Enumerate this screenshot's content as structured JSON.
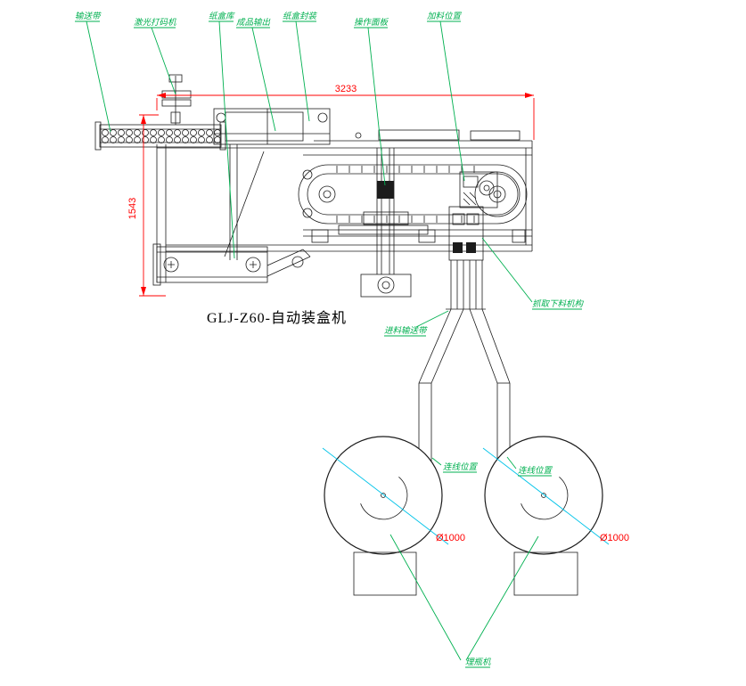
{
  "drawing": {
    "title": "GLJ-Z60-自动装盒机",
    "part_labels": {
      "conveyor_belt": "输送带",
      "laser_coder": "激光打码机",
      "carton_magazine": "纸盒库",
      "product_output": "成品输出",
      "carton_sealing": "纸盒封装",
      "operation_panel": "操作面板",
      "feeding_position": "加料位置",
      "grab_unload_mechanism": "抓取下料机构",
      "infeed_conveyor": "进料输送带",
      "link_position_left": "连线位置",
      "link_position_right": "连线位置",
      "bottle_unscrambler": "理瓶机"
    },
    "dimensions": {
      "overall_length": "3233",
      "overall_width": "1543",
      "turntable_diameter_left": "Ø1000",
      "turntable_diameter_right": "Ø1000"
    },
    "colors": {
      "annotation_green": "#00b050",
      "dimension_red": "#ff0000",
      "centerline_cyan": "#00c3e8",
      "line_black": "#1c1c1c"
    }
  }
}
